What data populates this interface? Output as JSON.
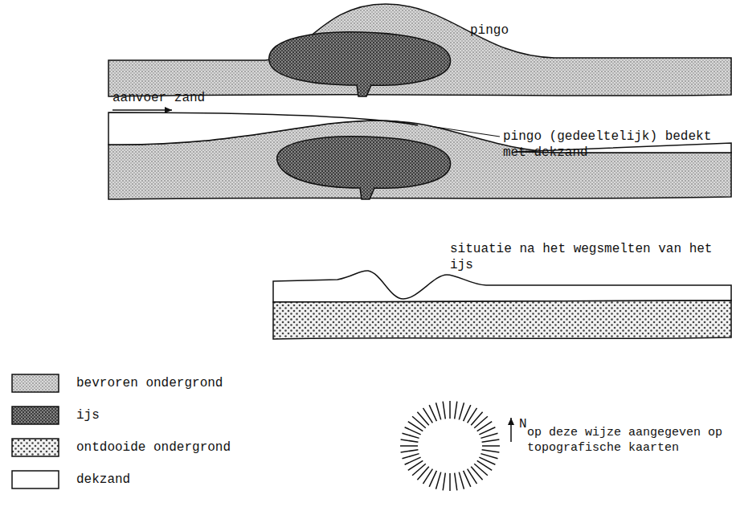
{
  "diagram": {
    "labels": [
      "pingo",
      "aanvoer zand",
      "pingo (gedeeltelijk) bedekt met dekzand",
      "situatie na het wegsmelten van het ijs",
      "N",
      "op deze wijze aangegeven op topografische kaarten"
    ],
    "legend": [
      {
        "text": "bevroren ondergrond"
      },
      {
        "text": "ijs"
      },
      {
        "text": "ontdooide ondergrond"
      },
      {
        "text": "dekzand"
      }
    ]
  }
}
